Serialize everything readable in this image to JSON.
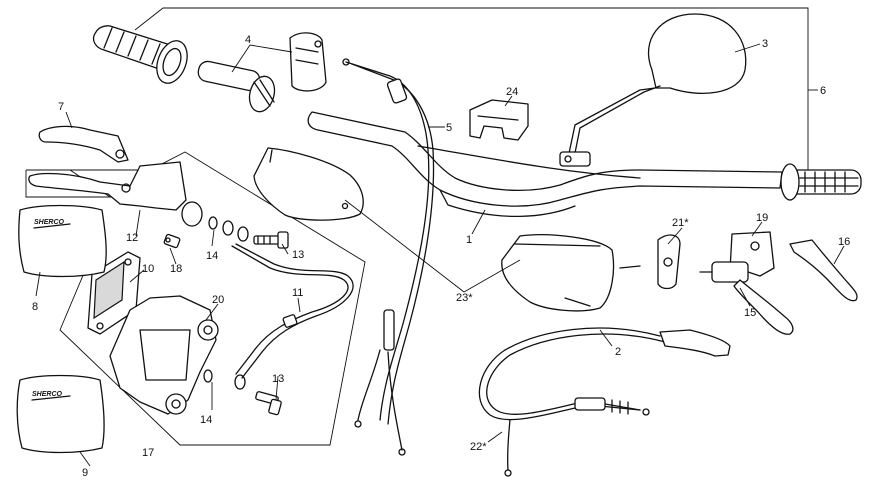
{
  "callouts": {
    "c1": "1",
    "c2": "2",
    "c3": "3",
    "c4": "4",
    "c5": "5",
    "c6": "6",
    "c7": "7",
    "c8": "8",
    "c9": "9",
    "c10": "10",
    "c11": "11",
    "c12": "12",
    "c13a": "13",
    "c13b": "13",
    "c14a": "14",
    "c14b": "14",
    "c15": "15",
    "c16": "16",
    "c17": "17",
    "c18": "18",
    "c19": "19",
    "c20": "20",
    "c21": "21*",
    "c22": "22*",
    "c23": "23*",
    "c24": "24"
  },
  "pouch_brand": {
    "top": "SHERCO",
    "bottom": "SHERCO"
  }
}
